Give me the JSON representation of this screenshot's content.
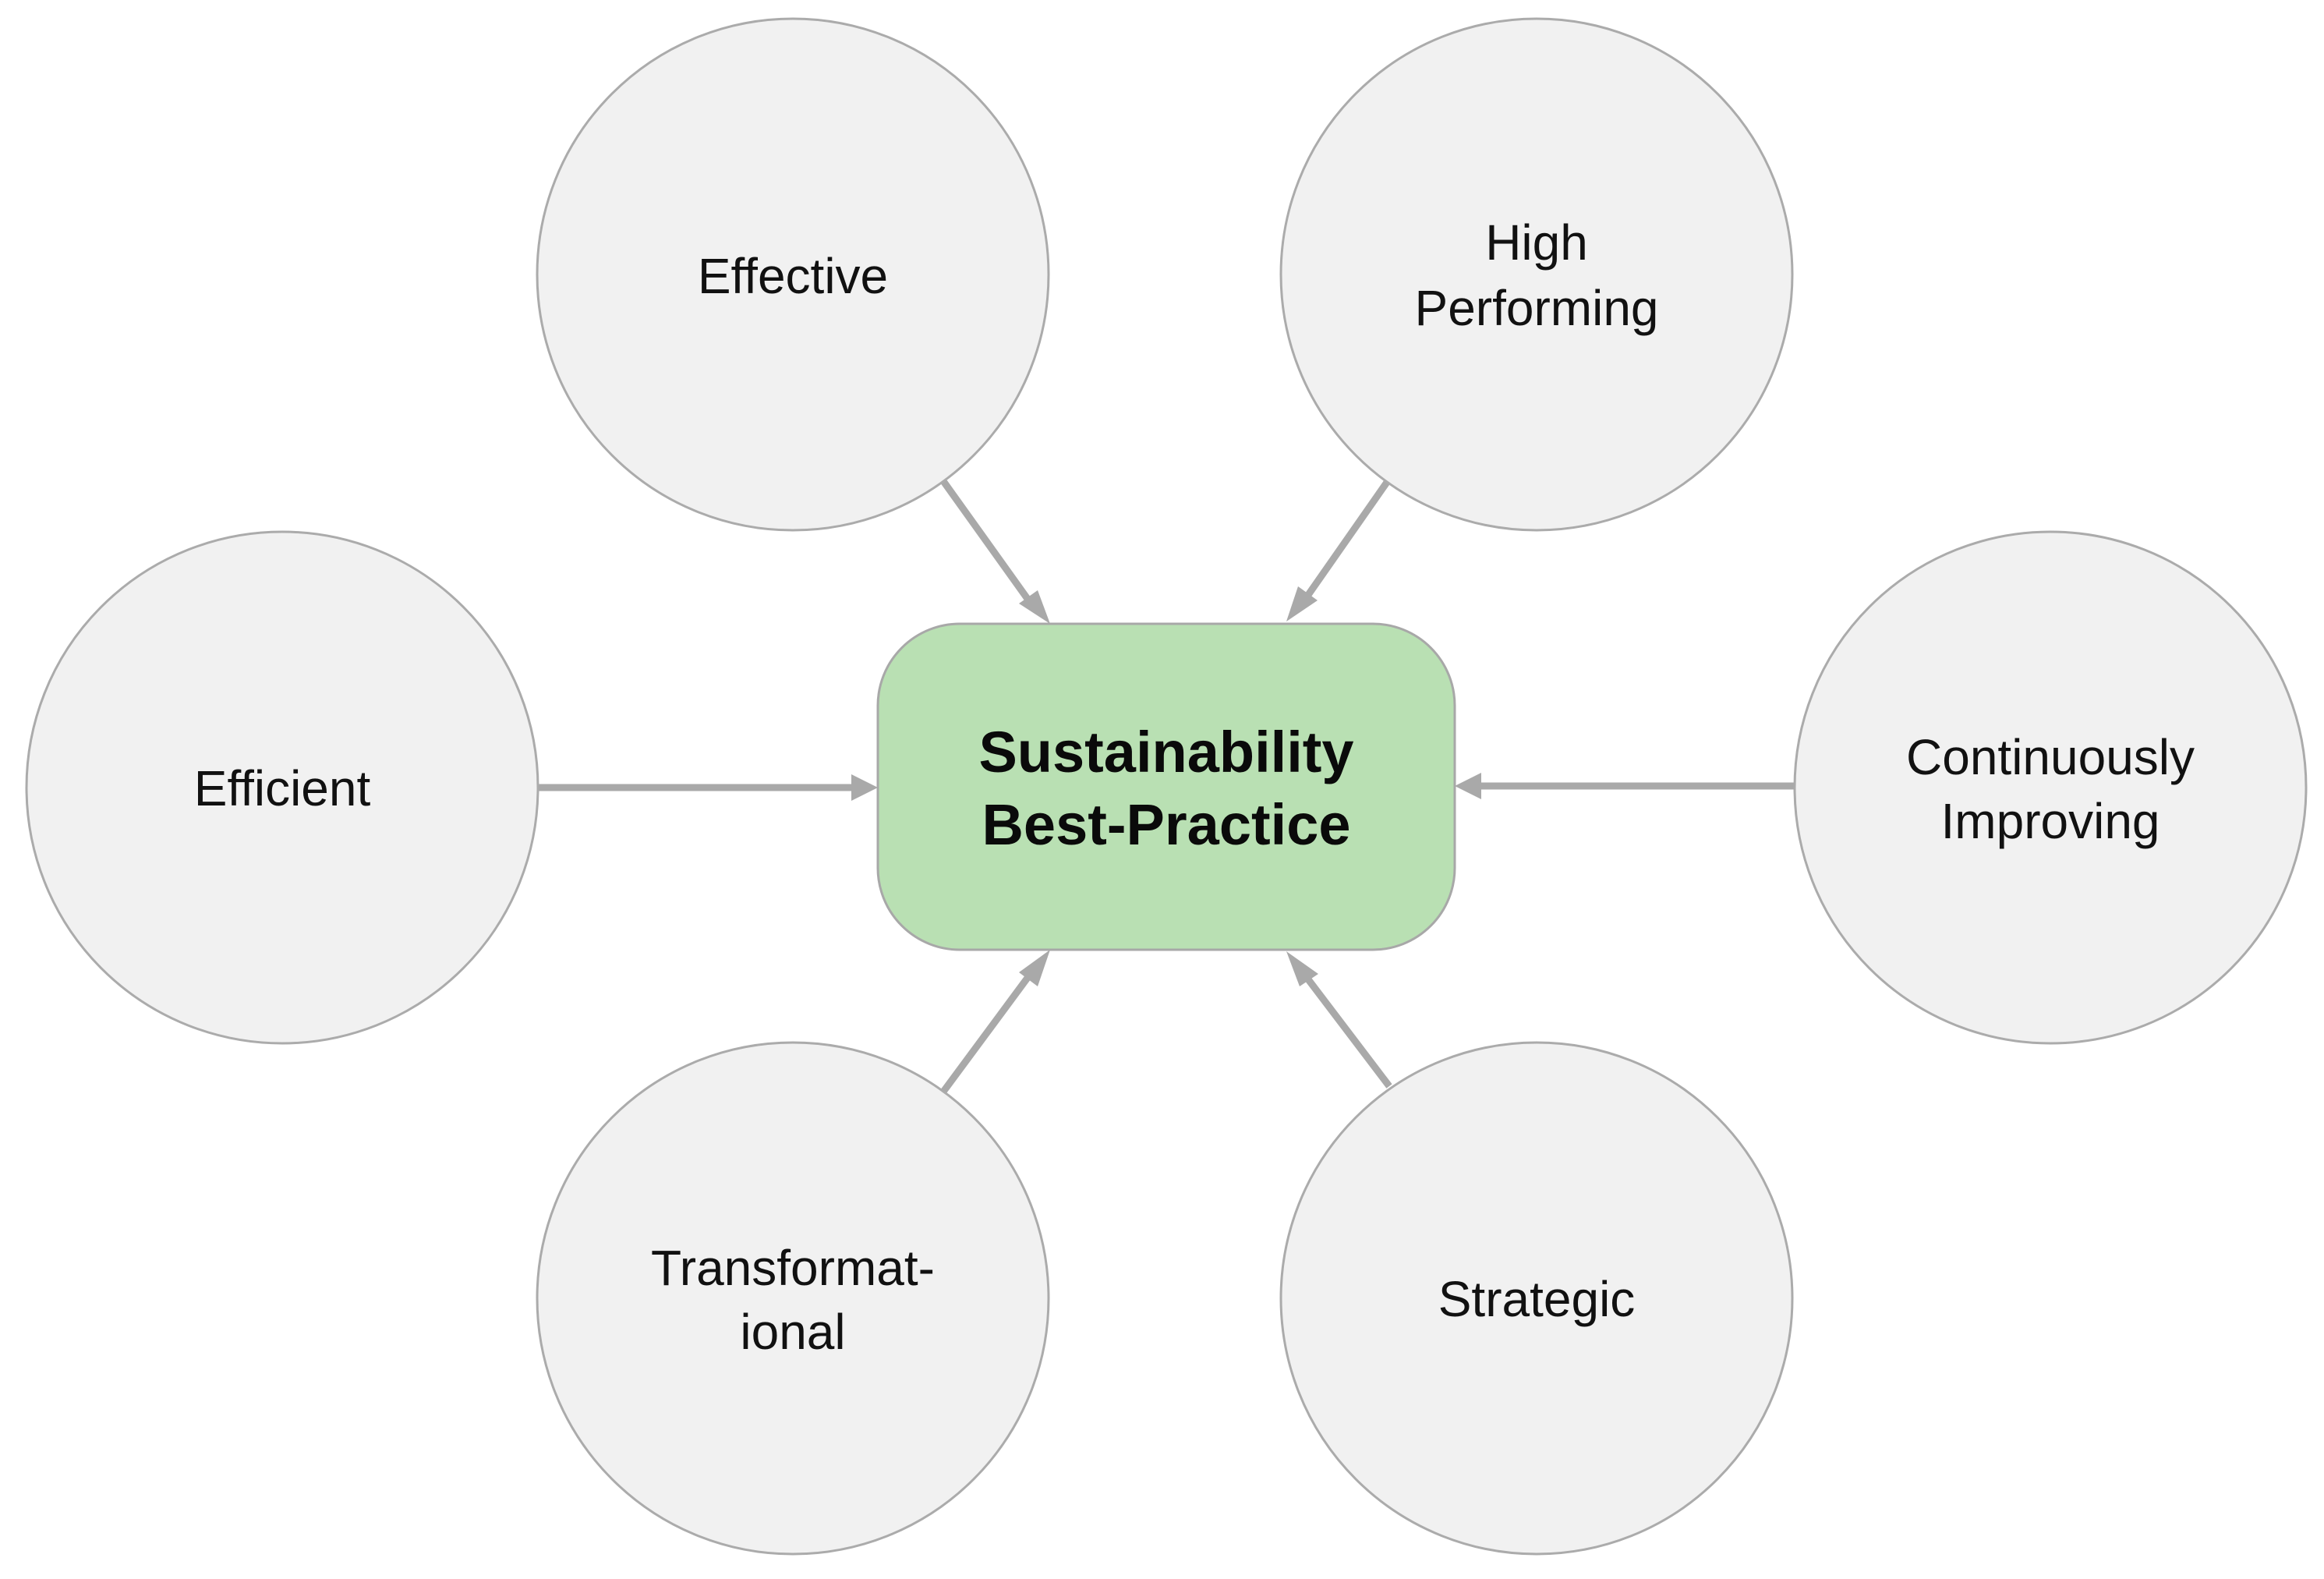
{
  "diagram": {
    "center": {
      "line1": "Sustainability",
      "line2": "Best-Practice",
      "fill_color": "#b9e0b3"
    },
    "nodes": [
      {
        "id": "effective",
        "line1": "Effective",
        "line2": ""
      },
      {
        "id": "high-performing",
        "line1": "High",
        "line2": "Performing"
      },
      {
        "id": "efficient",
        "line1": "Efficient",
        "line2": ""
      },
      {
        "id": "continuously-improving",
        "line1": "Continuously",
        "line2": "Improving"
      },
      {
        "id": "transformational",
        "line1": "Transformat-",
        "line2": "ional"
      },
      {
        "id": "strategic",
        "line1": "Strategic",
        "line2": ""
      }
    ],
    "node_fill_color": "#f1f1f1",
    "arrow_color": "#a9a9a9",
    "arrow_direction": "into-center"
  }
}
